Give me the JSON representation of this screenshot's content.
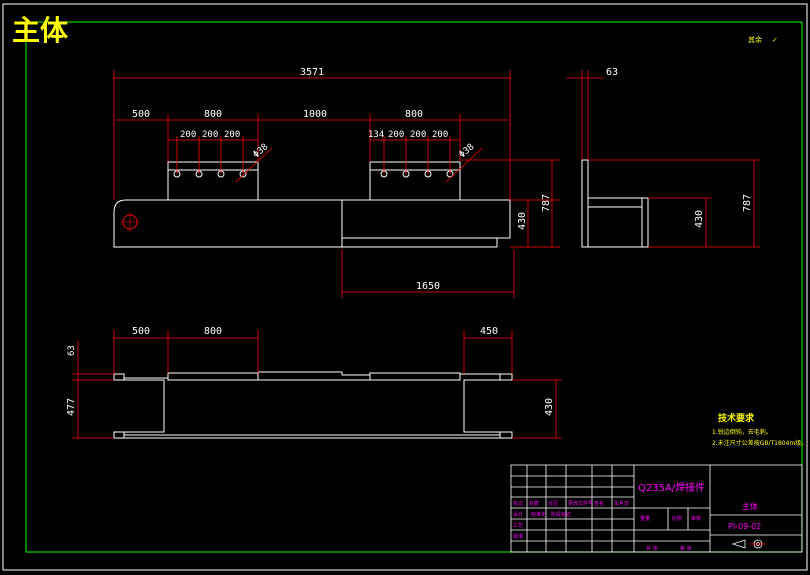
{
  "title": "主体",
  "top_right_mark": "其余",
  "dims": {
    "overall": "3571",
    "d500a": "500",
    "d800a": "800",
    "d1000": "1000",
    "d800b": "800",
    "d200_1": "200",
    "d200_2": "200",
    "d200_3": "200",
    "d134": "134",
    "d200_4": "200",
    "d200_5": "200",
    "d200_6": "200",
    "hole_a": "Φ38",
    "hole_b": "Φ38",
    "d430a": "430",
    "d787a": "787",
    "d1650": "1650",
    "side_63": "63",
    "side_430": "430",
    "side_787": "787",
    "bot_500": "500",
    "bot_800": "800",
    "bot_450": "450",
    "bot_63": "63",
    "bot_477": "477",
    "bot_430": "430"
  },
  "notes": {
    "heading": "技术要求",
    "line1": "1.锐边倒钝，去毛刺。",
    "line2": "2.未注尺寸公差按GB/T1804m级。"
  },
  "title_block": {
    "material": "Q235A/焊接件",
    "part_name": "主体",
    "drawing_no": "PI-09-02",
    "cells": [
      "标记",
      "处数",
      "分区",
      "更改文件号",
      "签名",
      "年月日",
      "设计",
      "标准化",
      "阶段标记",
      "重量",
      "比例",
      "审核",
      "工艺",
      "批准",
      "共 张",
      "第 张"
    ]
  }
}
